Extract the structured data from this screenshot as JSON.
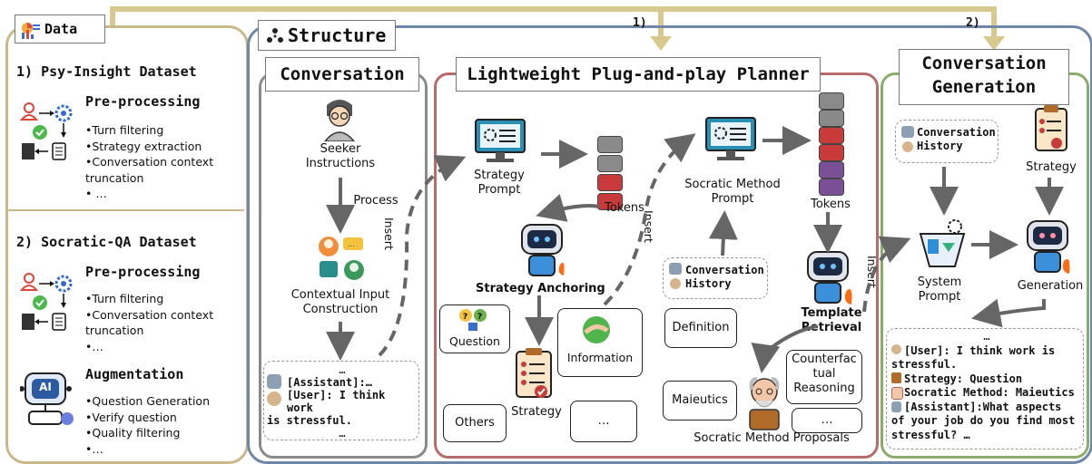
{
  "data_panel": {
    "header": "Data",
    "dataset1": {
      "title": "1) Psy-Insight Dataset",
      "section": "Pre-processing",
      "items": [
        "•Turn filtering",
        "•Strategy extraction",
        "•Conversation context",
        "truncation",
        "• …"
      ]
    },
    "dataset2": {
      "title": "2) Socratic-QA Dataset",
      "section1": "Pre-processing",
      "items1": [
        "•Turn filtering",
        "•Conversation context",
        "truncation",
        "•…"
      ],
      "section2": "Augmentation",
      "items2": [
        "•Question Generation",
        "•Verify question",
        "•Quality filtering",
        "•…"
      ],
      "ai_label": "AI"
    }
  },
  "structure": {
    "header": "Structure",
    "step1": "1)",
    "step2": "2)"
  },
  "conversation": {
    "header": "Conversation",
    "seeker": [
      "Seeker",
      "Instructions"
    ],
    "process": "Process",
    "contextual": [
      "Contextual Input",
      "Construction"
    ],
    "insert": "Insert",
    "box": [
      "…",
      "[Assistant]:…",
      "[User]: I think work",
      "is stressful.",
      "…"
    ]
  },
  "planner": {
    "header": "Lightweight Plug-and-play Planner",
    "strategy_prompt": [
      "Strategy",
      "Prompt"
    ],
    "tokens1": "Tokens",
    "insert": "Insert",
    "strategy_anchoring": "Strategy Anchoring",
    "bubbles": {
      "question": "Question",
      "information": "Information",
      "others": "Others",
      "strategy": "Strategy",
      "ellipsis": "…"
    },
    "socratic_prompt": [
      "Socratic Method",
      "Prompt"
    ],
    "tokens2": "Tokens",
    "history": [
      "Conversation",
      "History"
    ],
    "template_retrieval": [
      "Template",
      "Retrieval"
    ],
    "methods": {
      "definition": "Definition",
      "counterfactual": [
        "Counterfac",
        "tual",
        "Reasoning"
      ],
      "maieutics": "Maieutics",
      "ellipsis": "…"
    },
    "proposals": "Socratic Method Proposals"
  },
  "generation": {
    "header": [
      "Conversation",
      "Generation"
    ],
    "history": [
      "Conversation",
      "History"
    ],
    "strategy": "Strategy",
    "insert": "Insert",
    "system_prompt": [
      "System",
      "Prompt"
    ],
    "generation": "Generation",
    "output": [
      "…",
      "[User]: I think work is",
      "stressful.",
      "Strategy: Question",
      "Socratic Method: Maieutics",
      "[Assistant]:What aspects",
      "of your job do you find most",
      "stressful? …"
    ]
  },
  "colors": {
    "data_border": "#c9b98a",
    "structure_border": "#6f87a8",
    "conversation_border": "#8a8a8a",
    "planner_border": "#b76b6b",
    "generation_border": "#8aac6a",
    "arrow_tan": "#d8c98e",
    "token_gray": "#8a8a8a",
    "token_red": "#c93b3b",
    "token_purple": "#7a4f96",
    "monitor_teal": "#2a8fb5",
    "robot_blue": "#3c8fd9",
    "fire": "#ff6a13"
  }
}
